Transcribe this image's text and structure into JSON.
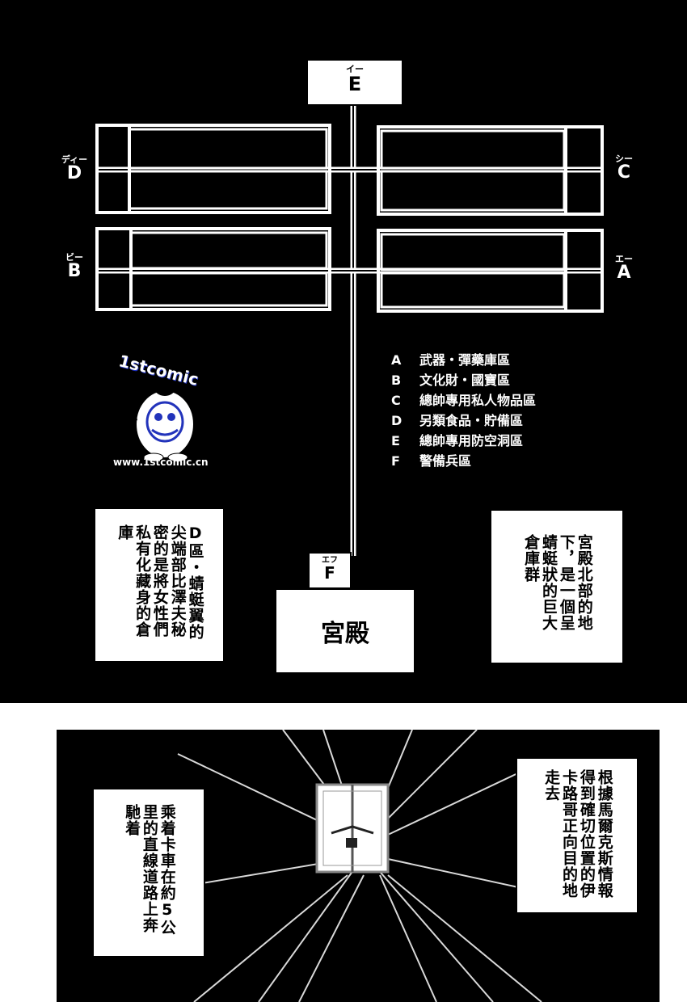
{
  "map": {
    "zones": [
      {
        "id": "E",
        "kana": "イー",
        "letter": "E"
      },
      {
        "id": "D",
        "kana": "ディー",
        "letter": "D"
      },
      {
        "id": "C",
        "kana": "シー",
        "letter": "C"
      },
      {
        "id": "B",
        "kana": "ビー",
        "letter": "B"
      },
      {
        "id": "A",
        "kana": "エー",
        "letter": "A"
      },
      {
        "id": "F",
        "kana": "エフ",
        "letter": "F"
      }
    ],
    "palace_label": "宮殿"
  },
  "legend": [
    {
      "key": "A",
      "text": "武器・彈藥庫區"
    },
    {
      "key": "B",
      "text": "文化財・國寶區"
    },
    {
      "key": "C",
      "text": "總帥專用私人物品區"
    },
    {
      "key": "D",
      "text": "另類食品・貯備區"
    },
    {
      "key": "E",
      "text": "總帥專用防空洞區"
    },
    {
      "key": "F",
      "text": "警備兵區"
    }
  ],
  "watermark": {
    "logo_text": "1stcomic",
    "url": "www.1stcomic.cn"
  },
  "captions": {
    "left_box": "D區・蜻蜓翼的尖端部比澤夫秘密的是將女性們私有化藏身的倉庫",
    "right_box": "宮殿北部的地下，是一個呈蜻蜓狀的巨大倉庫群",
    "bottom_left_box": "乘着卡車在約5公里的直線道路上奔馳着",
    "bottom_right_box": "根據馬爾克斯情報得到確切位置的伊卡路哥正向目的地走去"
  },
  "colors": {
    "background": "#000000",
    "paper": "#ffffff"
  }
}
